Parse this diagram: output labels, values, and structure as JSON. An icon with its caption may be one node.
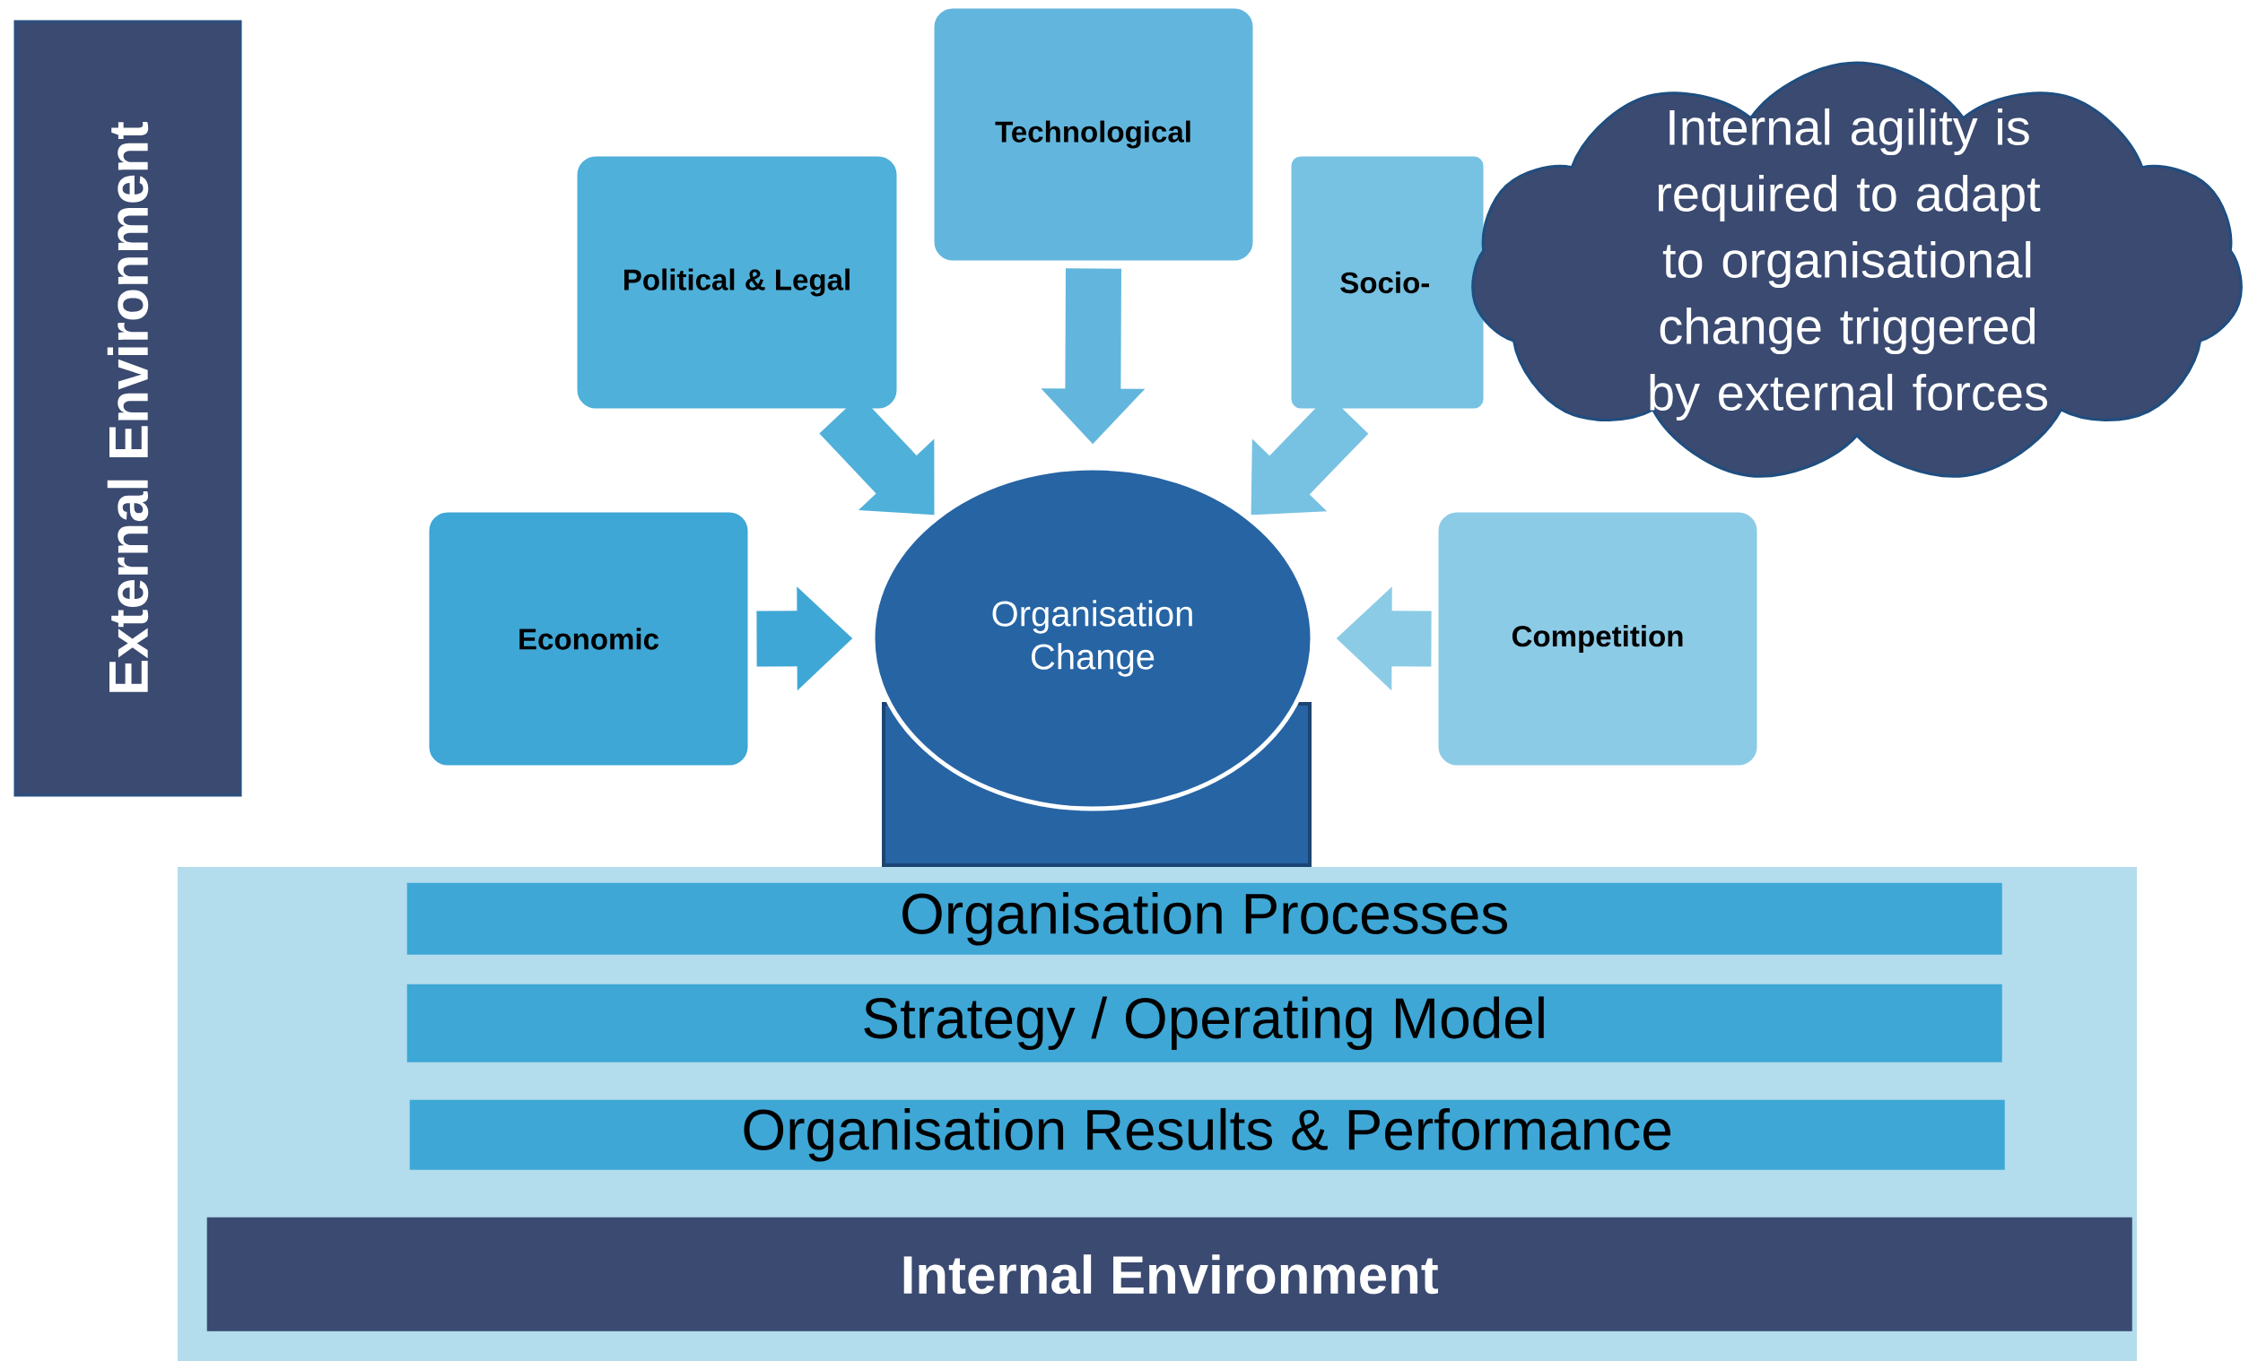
{
  "diagram": {
    "nodes": [
      {
        "text": [
          "External Environment"
        ]
      },
      {
        "text": [
          "Political & Legal"
        ]
      },
      {
        "text": [
          "Technological"
        ]
      },
      {
        "text": [
          "Socio-"
        ]
      },
      {
        "text": [
          "Internal agility is required to adapt to organisational change triggered by external forces"
        ]
      },
      {
        "text": [
          "Economic"
        ]
      },
      {
        "text": [
          "Organisation Change"
        ]
      },
      {
        "text": [
          "Competition"
        ]
      },
      {
        "text": [],
        "shape": "box"
      },
      {
        "text": [
          "Organisation Processes"
        ],
        "in": 8
      },
      {
        "text": [
          "Strategy / Operating Model"
        ],
        "in": 8
      },
      {
        "text": [
          "Organisation Results & Performance"
        ],
        "in": 8
      },
      {
        "text": [
          "Internal Environment"
        ],
        "in": 8
      }
    ],
    "edges": [
      {
        "from": 5,
        "to": 6,
        "arrow": "to",
        "color": "#3ea7d6"
      },
      {
        "from": 1,
        "to": 6,
        "arrow": "to",
        "color": "#4fb0d9"
      },
      {
        "from": 2,
        "to": 6,
        "arrow": "to",
        "color": "#62b6dd"
      },
      {
        "from": 3,
        "to": 6,
        "arrow": "to",
        "color": "#77c1e2"
      },
      {
        "from": 7,
        "to": 6,
        "arrow": "to",
        "color": "#8ccbe6"
      }
    ]
  }
}
